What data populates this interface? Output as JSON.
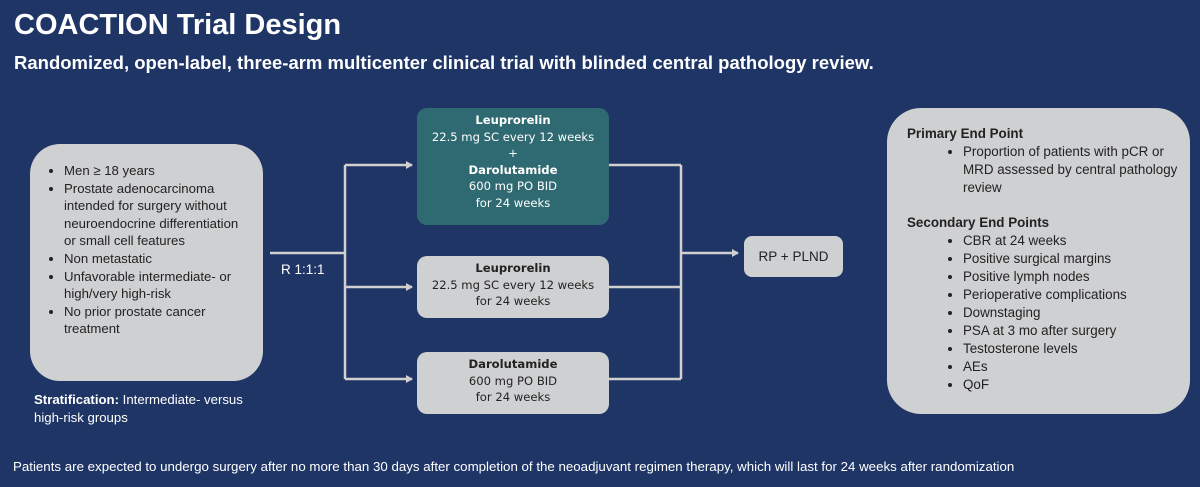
{
  "header": {
    "title": "COACTION Trial Design",
    "subtitle": "Randomized, open-label, three-arm multicenter clinical trial with blinded central pathology review."
  },
  "eligibility": {
    "items": [
      "Men ≥ 18 years",
      "Prostate adenocarcinoma intended for surgery without neuroendocrine differentiation or small cell features",
      "Non metastatic",
      "Unfavorable intermediate- or high/very high-risk",
      "No prior prostate cancer treatment"
    ]
  },
  "stratification": {
    "label": "Stratification:",
    "text": " Intermediate- versus high-risk groups"
  },
  "randomization": {
    "label": "R 1:1:1"
  },
  "arms": [
    {
      "drug1": "Leuprorelin",
      "dose1": "22.5 mg SC every 12 weeks",
      "plus": "+",
      "drug2": "Darolutamide",
      "dose2": "600 mg PO BID",
      "duration": "for 24 weeks"
    },
    {
      "drug1": "Leuprorelin",
      "dose1": "22.5 mg SC every 12 weeks",
      "duration": "for 24 weeks"
    },
    {
      "drug1": "Darolutamide",
      "dose1": "600 mg PO BID",
      "duration": "for 24 weeks"
    }
  ],
  "surgery": {
    "label": "RP + PLND"
  },
  "endpoints": {
    "primary_heading": "Primary End Point",
    "primary_items": [
      "Proportion of patients with pCR or MRD assessed by central pathology review"
    ],
    "secondary_heading": "Secondary End Points",
    "secondary_items": [
      "CBR at 24 weeks",
      "Positive surgical margins",
      "Positive lymph nodes",
      "Perioperative complications",
      "Downstaging",
      "PSA at 3 mo after surgery",
      "Testosterone levels",
      "AEs",
      "QoF"
    ]
  },
  "footer": {
    "text": "Patients are expected to undergo surgery after no more than 30 days after completion of the neoadjuvant regimen therapy, which will last for 24 weeks after randomization"
  },
  "colors": {
    "background": "#1f3566",
    "box": "#cfd0d2",
    "combo_arm": "#2f6a72",
    "connector": "#d0d0d0"
  }
}
